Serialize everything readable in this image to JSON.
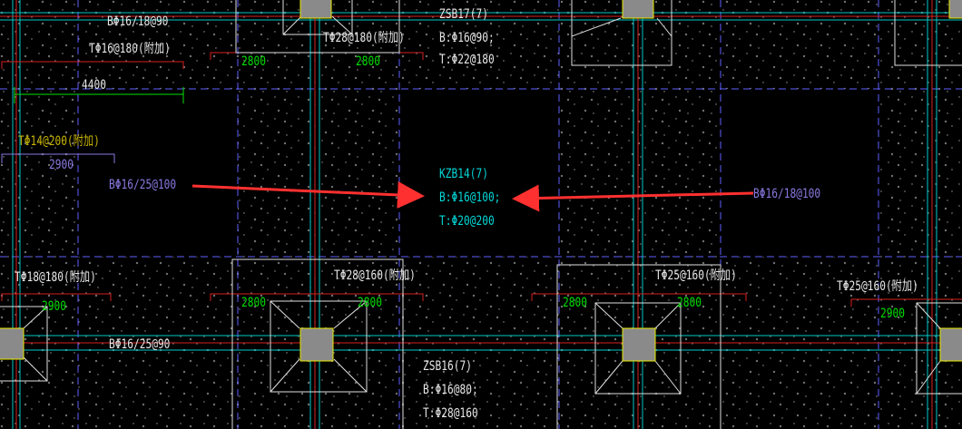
{
  "colors": {
    "background": "#000000",
    "white": "#e8e8e8",
    "cyan": "#00d8d8",
    "violet": "#8a78e0",
    "yellow": "#c8b400",
    "green": "#00e000",
    "red": "#e02020",
    "column": "#8a8a8a",
    "column_edge": "#e8e800",
    "arrow": "#ff3030",
    "axis": "#7070ff"
  },
  "labels": {
    "top_left_bottom_bar": "BΦ16/18@90",
    "top_left_top_bar": "TΦ16@180(附加)",
    "dim_4400": "4400",
    "top_mid_top_bar": "TΦ28@180(附加)",
    "dim_top_mid_left": "2800",
    "dim_top_mid_right": "2800",
    "zsb17_name": "ZSB17(7)",
    "zsb17_bottom": "B:Φ16@90;",
    "zsb17_top": "T:Φ22@180",
    "left_extra_top": "TΦ14@200(附加)",
    "dim_left_2900": "2900",
    "left_bottom_bar": "BΦ16/25@100",
    "kzb14_name": "KZB14(7)",
    "kzb14_bottom": "B:Φ16@100;",
    "kzb14_top": "T:Φ20@200",
    "right_bottom_bar": "BΦ16/18@100",
    "low_left_top_bar": "TΦ18@180(附加)",
    "dim_low_left_2900": "2900",
    "low_mid_top_bar": "TΦ28@160(附加)",
    "dim_low_mid_left": "2800",
    "dim_low_mid_right": "2800",
    "low_right_top_bar": "TΦ25@160(附加)",
    "dim_low_right_left": "2800",
    "dim_low_right_right": "2800",
    "far_right_top_bar": "TΦ25@160(附加)",
    "dim_far_right_2900": "2900",
    "low_bottom_bar": "BΦ16/25@90",
    "zsb16_name": "ZSB16(7)",
    "zsb16_bottom": "B:Φ16@80;",
    "zsb16_top": "T:Φ28@160"
  }
}
